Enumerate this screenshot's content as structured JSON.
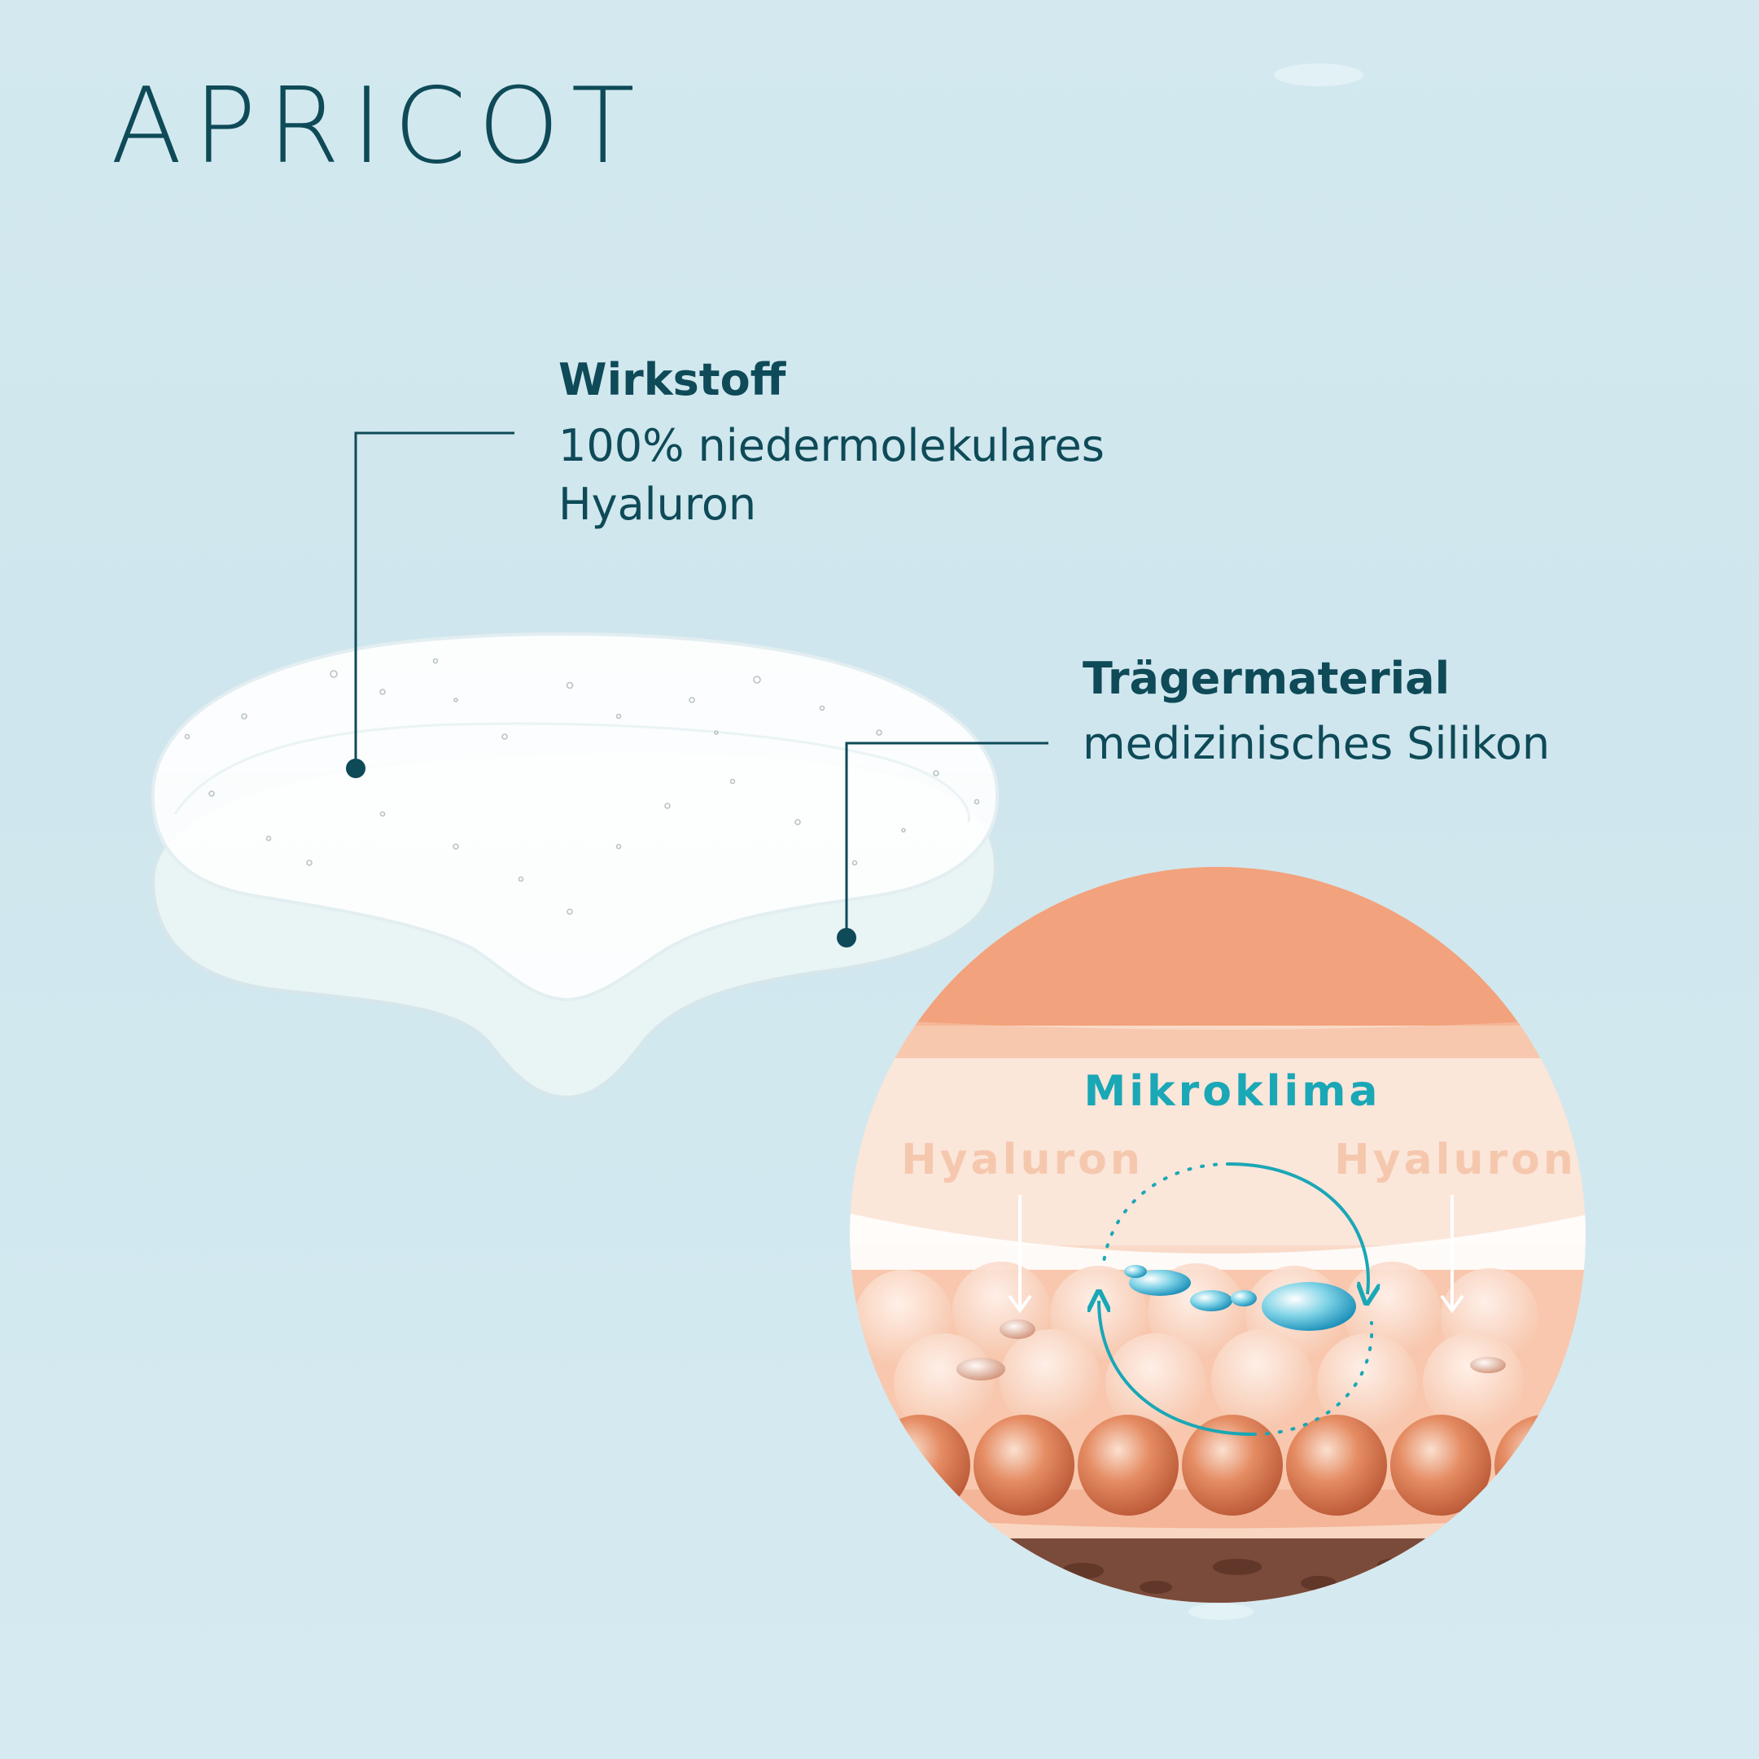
{
  "brand": "APRICOT",
  "labels": {
    "wirkstoff": {
      "title": "Wirkstoff",
      "lines": [
        "100% niedermolekulares",
        "Hyaluron"
      ]
    },
    "traegermaterial": {
      "title": "Trägermaterial",
      "lines": [
        "medizinisches Silikon"
      ]
    }
  },
  "inset": {
    "center_label": "Mikroklima",
    "left_label": "Hyaluron",
    "right_label": "Hyaluron"
  },
  "colors": {
    "background": "#d3e9ef",
    "text_dark": "#0e4a57",
    "accent_teal": "#1aa7b6",
    "skin_top": "#f2a27c",
    "skin_light": "#f9d6c2",
    "cell": "#d9754e",
    "dermis": "#7a4a3a",
    "hyaluron_text": "#f5c8ae"
  }
}
